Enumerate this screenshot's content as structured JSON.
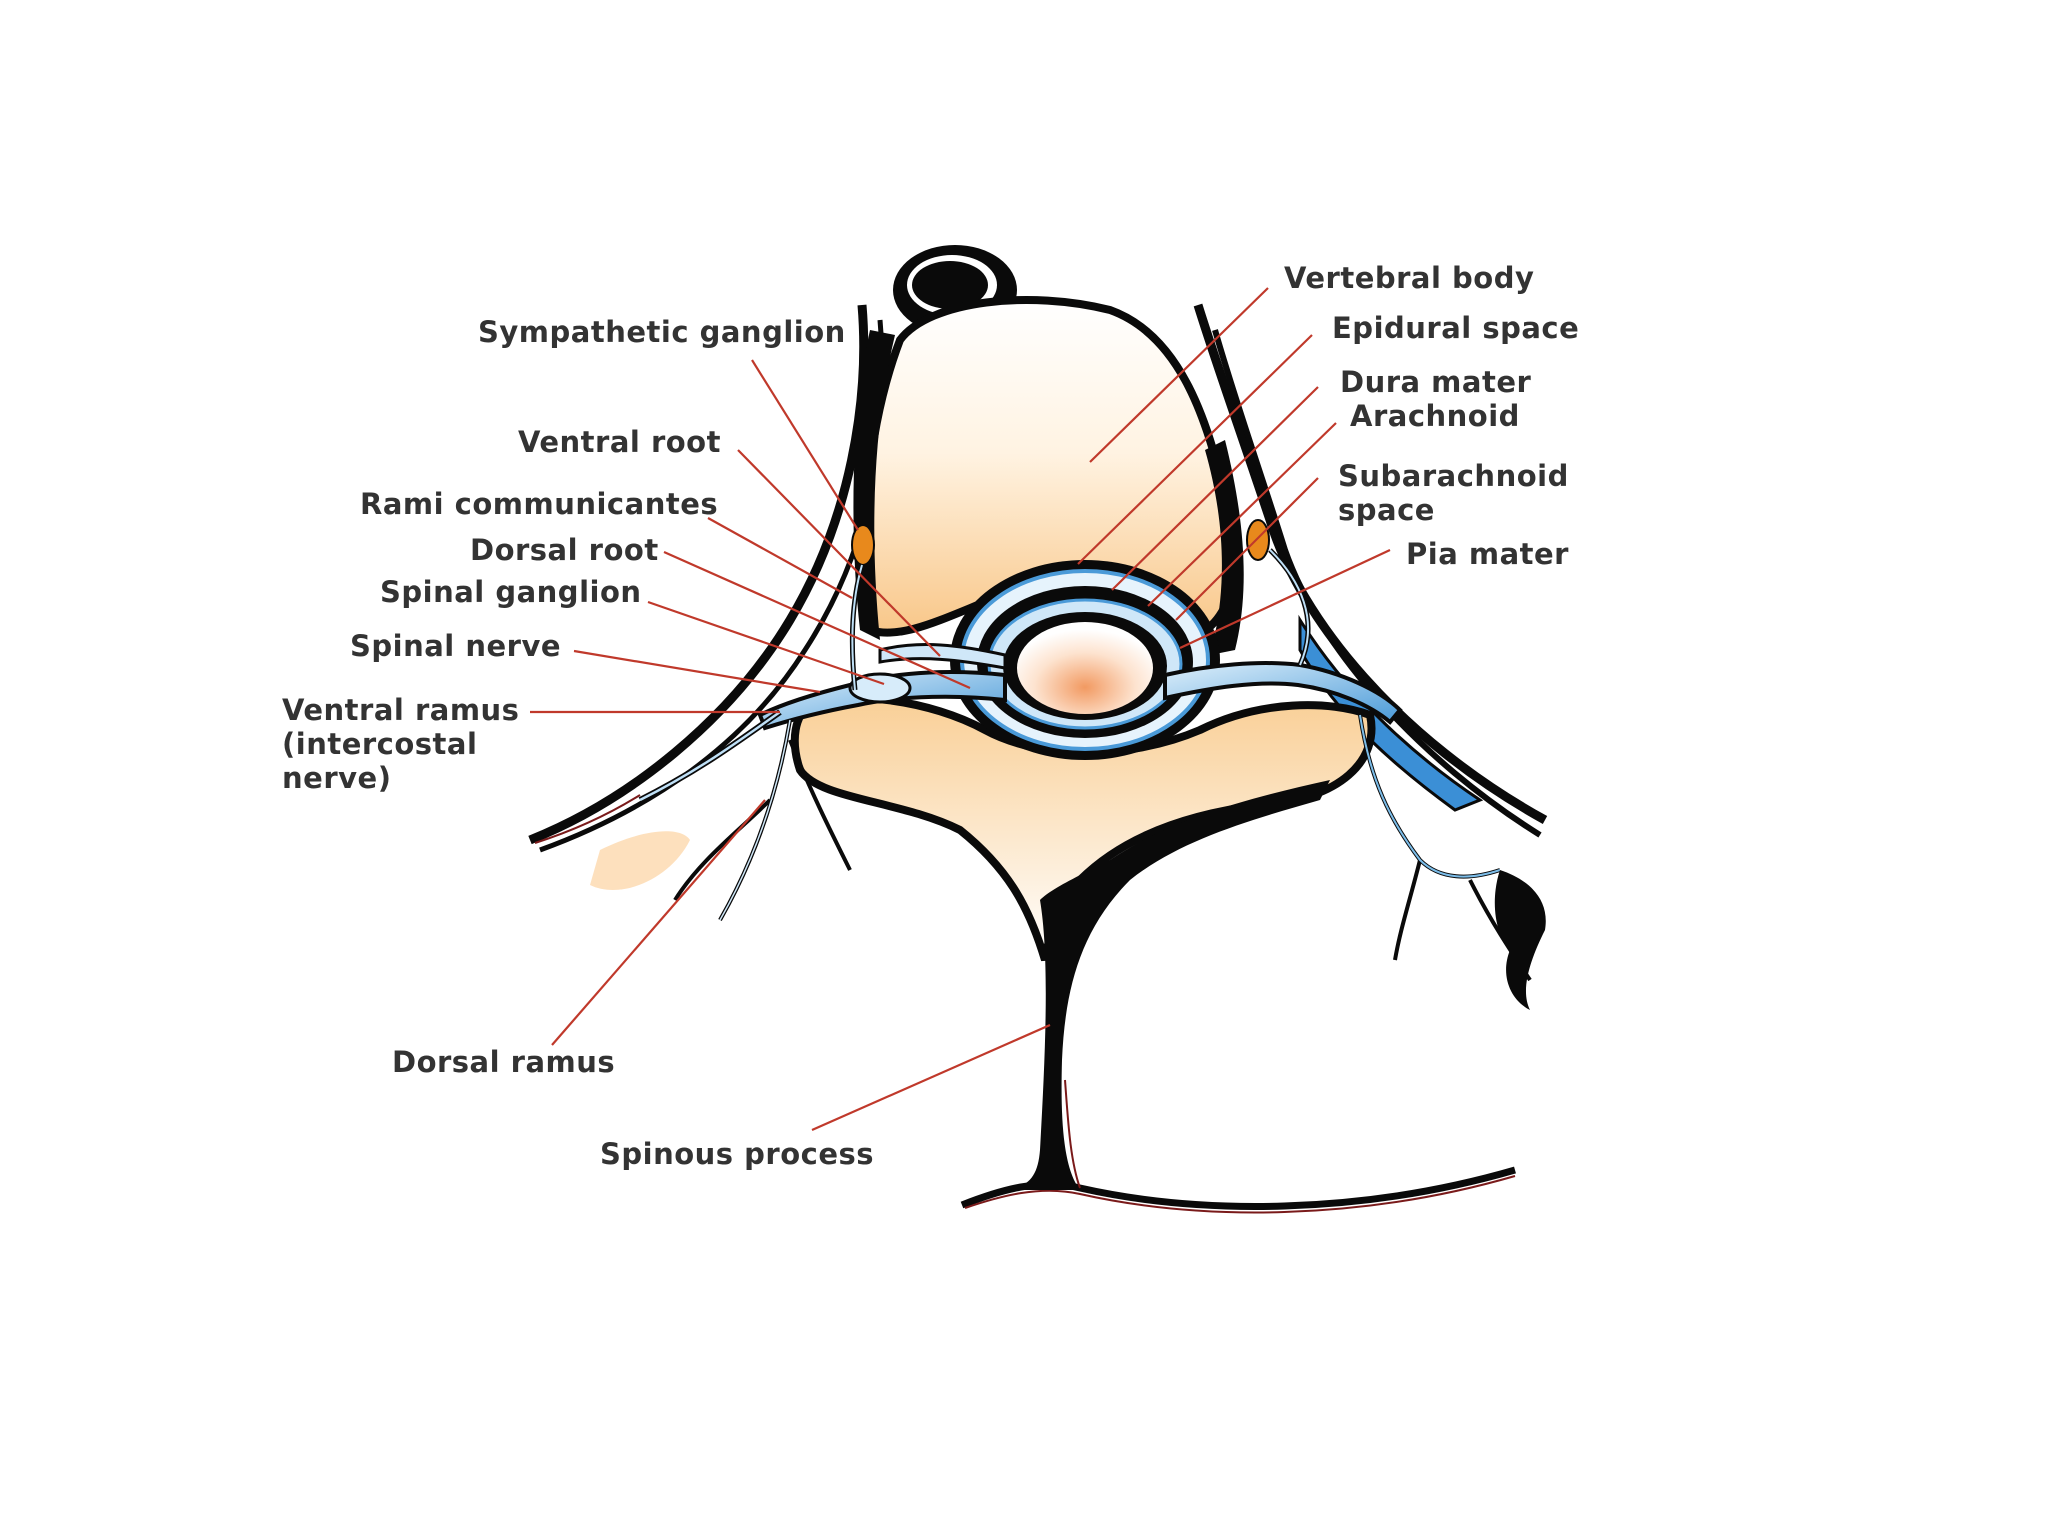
{
  "labels": {
    "vertebral_body": "Vertebral body",
    "epidural_space": "Epidural space",
    "dura_mater": "Dura mater",
    "arachnoid": "Arachnoid",
    "subarachnoid_space_line1": "Subarachnoid",
    "subarachnoid_space_line2": "space",
    "pia_mater": "Pia mater",
    "sympathetic_ganglion": "Sympathetic ganglion",
    "ventral_root": "Ventral root",
    "rami_communicantes": "Rami communicantes",
    "dorsal_root": "Dorsal root",
    "spinal_ganglion": "Spinal ganglion",
    "spinal_nerve": "Spinal nerve",
    "ventral_ramus_line1": "Ventral ramus",
    "ventral_ramus_line2": "(intercostal",
    "ventral_ramus_line3": "nerve)",
    "dorsal_ramus": "Dorsal ramus",
    "spinous_process": "Spinous process"
  },
  "colors": {
    "background": "#ffffff",
    "label_text": "#333333",
    "leader_line": "#c0392b",
    "bone_fill_light": "#fff6e8",
    "bone_fill_warm": "#f9c98a",
    "outline_black": "#0a0a0a",
    "nerve_blue": "#6fb1e0",
    "ganglion_orange": "#e8891c",
    "cord_peach": "#f2a06a"
  }
}
